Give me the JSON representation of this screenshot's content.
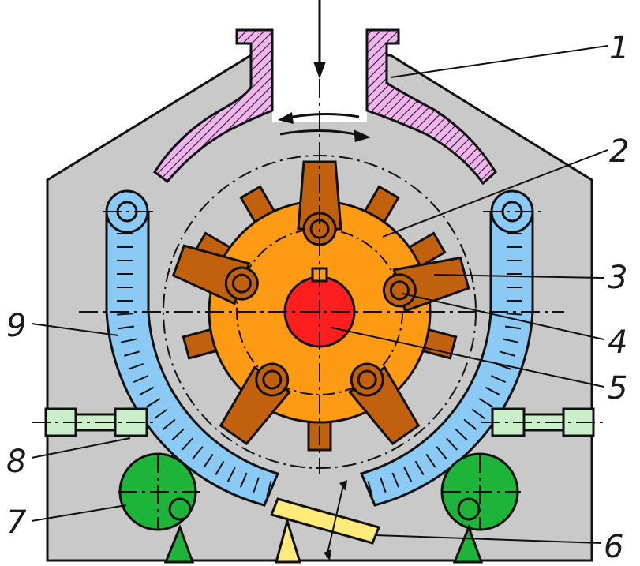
{
  "labels": {
    "l1": "1",
    "l2": "2",
    "l3": "3",
    "l4": "4",
    "l5": "5",
    "l6": "6",
    "l7": "7",
    "l8": "8",
    "l9": "9"
  },
  "colors": {
    "housing": "#c9c9c9",
    "inlet_liner": "#f0b4ee",
    "rotor": "#ff9a14",
    "hammer": "#c2610d",
    "shaft": "#ff1e1e",
    "grate": "#8ccaf6",
    "adjuster": "#c9f0c9",
    "counterweight": "#1eb43a",
    "flap": "#ffea7a",
    "outline": "#111111"
  }
}
